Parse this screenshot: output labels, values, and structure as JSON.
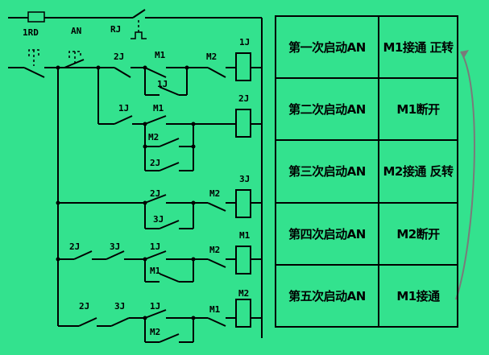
{
  "circuit_labels": {
    "fuse": "1RD",
    "start_button": "AN",
    "thermal_relay": "RJ",
    "contacts": [
      "2J",
      "M1",
      "M2",
      "1J",
      "1J",
      "M1",
      "M2",
      "2J",
      "2J",
      "3J",
      "M2",
      "2J",
      "3J",
      "1J",
      "M1",
      "M2",
      "2J",
      "3J",
      "1J",
      "M1",
      "M2"
    ],
    "coils": [
      "1J",
      "2J",
      "3J",
      "M1",
      "M2"
    ]
  },
  "steps_table": {
    "rows": [
      {
        "action": "第一次启动AN",
        "result": "M1接通 正转"
      },
      {
        "action": "第二次启动AN",
        "result": "M1断开"
      },
      {
        "action": "第三次启动AN",
        "result": "M2接通 反转"
      },
      {
        "action": "第四次启动AN",
        "result": "M2断开"
      },
      {
        "action": "第五次启动AN",
        "result": "M1接通"
      }
    ]
  },
  "colors": {
    "background": "#33e28e",
    "line": "#000000",
    "arrow": "#7a7a7a"
  }
}
